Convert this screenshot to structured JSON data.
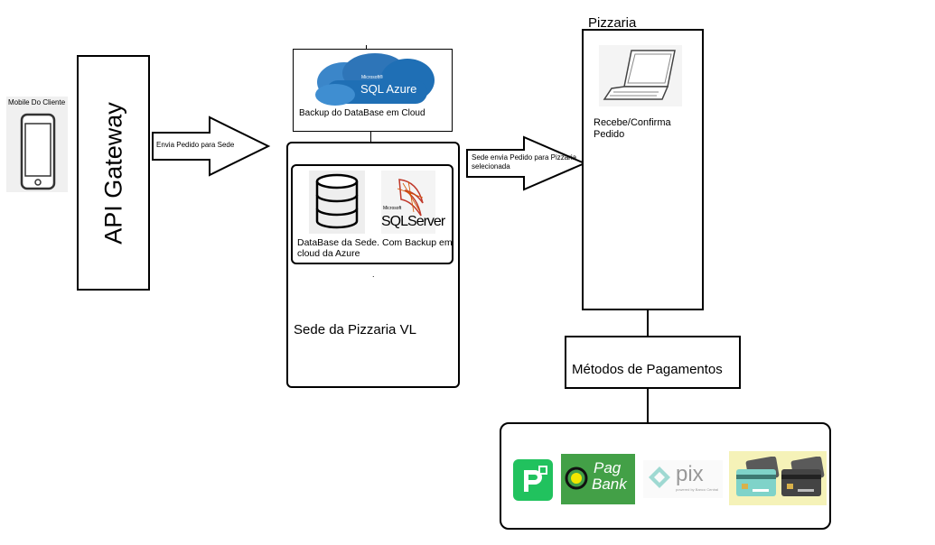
{
  "mobile": {
    "label": "Mobile Do Cliente",
    "icon": "smartphone-icon"
  },
  "gateway": {
    "label": "API Gateway"
  },
  "arrow1": {
    "label": "Envia Pedido para Sede"
  },
  "cloud": {
    "brand_small": "Microsoft®",
    "brand": "SQL Azure",
    "caption": "Backup do DataBase em Cloud",
    "icon": "cloud-icon"
  },
  "sede": {
    "title": "Sede da Pizzaria VL",
    "db_caption": "DataBase da Sede. Com Backup em cloud da Azure",
    "db_icon": "database-icon",
    "sqlserver_small": "Microsoft",
    "sqlserver_brand": "SQLServer",
    "dot": "."
  },
  "arrow2": {
    "label": "Sede envia Pedido para Pizzaria selecionada"
  },
  "pizzaria": {
    "title": "Pizzaria",
    "text": "Recebe/Confirma Pedido",
    "icon": "laptop-icon"
  },
  "pagamentos": {
    "title": "Métodos de Pagamentos",
    "pagbank_line1": "Pag",
    "pagbank_line2": "Bank",
    "pix": "pix",
    "pix_small": "powered by Banco Central",
    "cards": [
      "debit",
      "debit"
    ]
  },
  "colors": {
    "picpay": "#21c25e",
    "pagbank": "#43a047",
    "pix": "#4db6ac",
    "cards_bg": "#f5f2b8",
    "azure": "#1f6fb5"
  }
}
